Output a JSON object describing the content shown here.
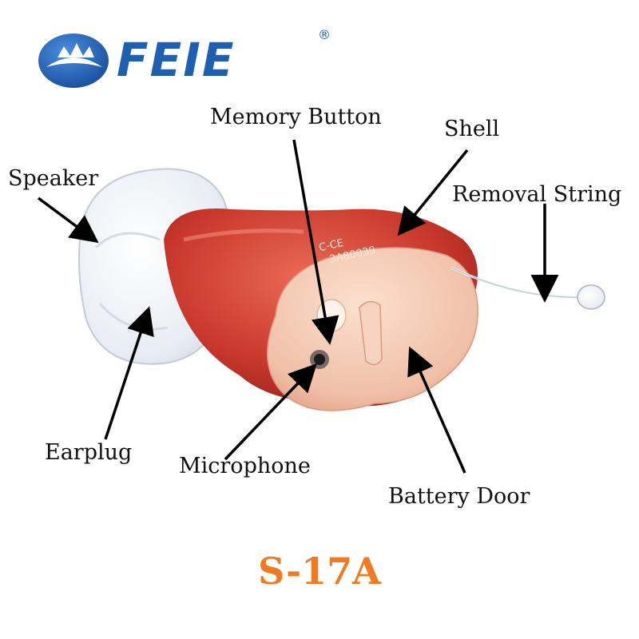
{
  "brand": {
    "name": "FEIE",
    "registered_mark": "®",
    "logo_icon": "crown-wave-emblem",
    "color": "#1f5fb0"
  },
  "labels": {
    "speaker": "Speaker",
    "memory_button": "Memory Button",
    "shell": "Shell",
    "removal_string": "Removal String",
    "earplug": "Earplug",
    "microphone": "Microphone",
    "battery_door": "Battery Door"
  },
  "device_markings": {
    "line1": "C-CE",
    "line2": "3A80039"
  },
  "model": {
    "name": "S-17A",
    "color": "#f07a22"
  },
  "colors": {
    "shell_red": "#c8372b",
    "faceplate": "#f3c6b0",
    "earplug": "#eef1f6",
    "arrow": "#000000"
  }
}
